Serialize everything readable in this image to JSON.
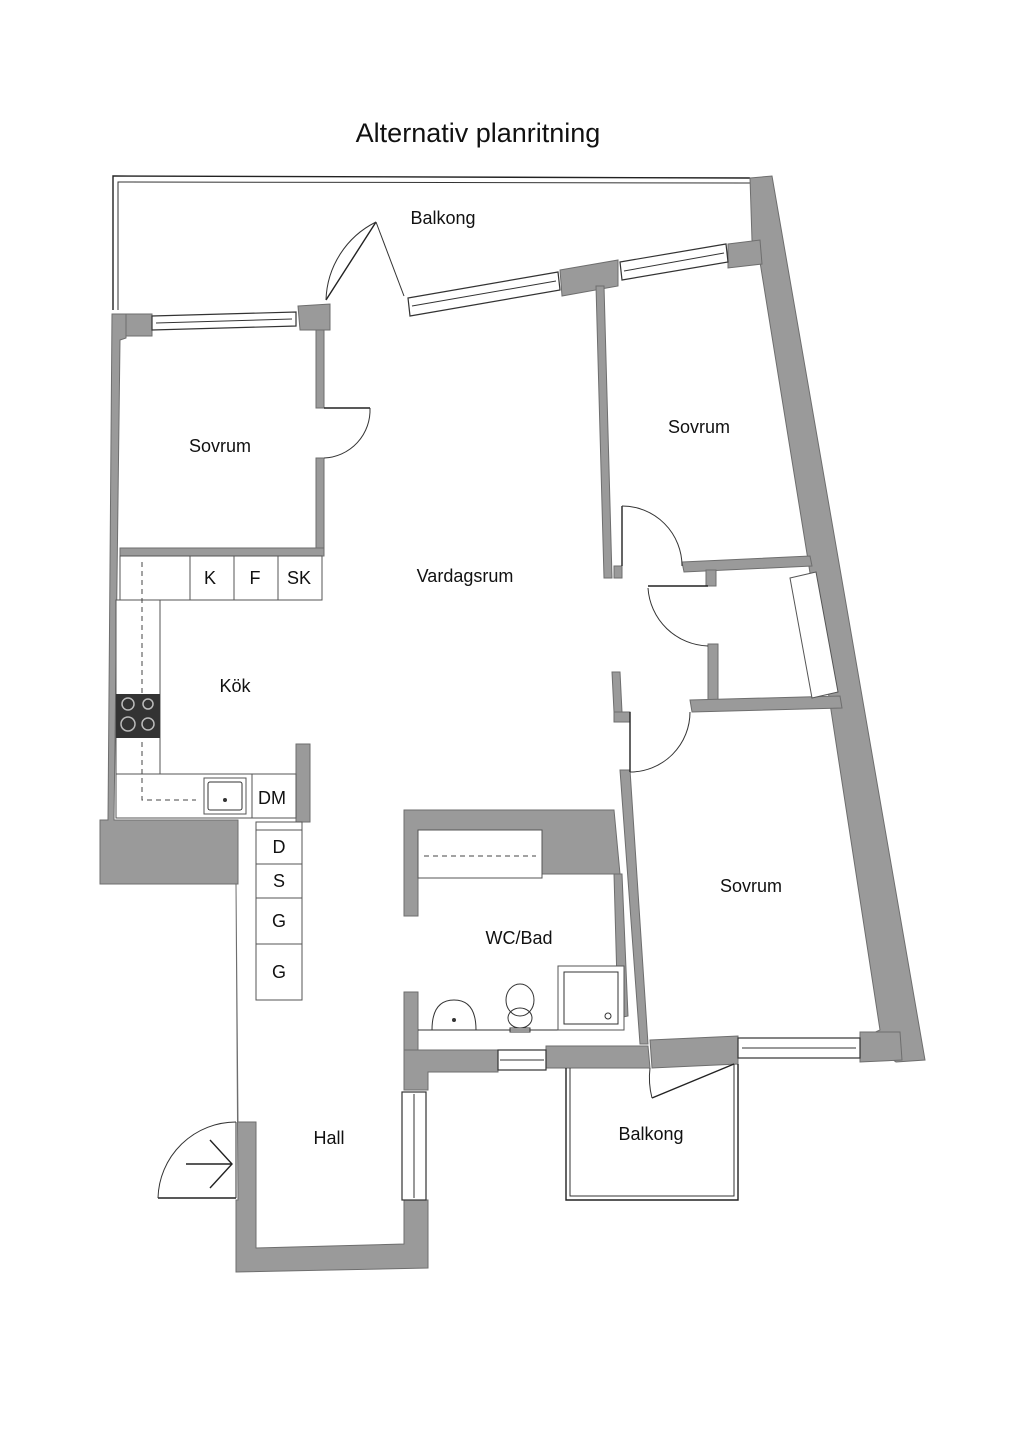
{
  "title": "Alternativ planritning",
  "rooms": {
    "balkong_top": "Balkong",
    "sovrum_left": "Sovrum",
    "sovrum_right_top": "Sovrum",
    "vardagsrum": "Vardagsrum",
    "kok": "Kök",
    "wc_bad": "WC/Bad",
    "sovrum_right_bottom": "Sovrum",
    "hall": "Hall",
    "balkong_bottom": "Balkong"
  },
  "appliances": {
    "k": "K",
    "f": "F",
    "sk": "SK",
    "dm": "DM",
    "d": "D",
    "s": "S",
    "g1": "G",
    "g2": "G"
  },
  "colors": {
    "wall": "#9a9a9a",
    "line": "#222222",
    "background": "#ffffff"
  }
}
